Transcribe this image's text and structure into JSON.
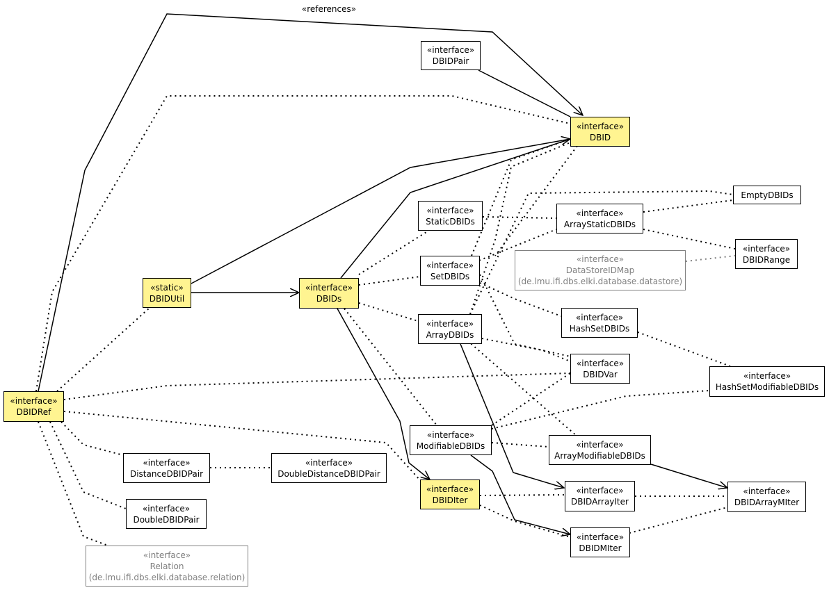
{
  "diagram": {
    "edge_label_references": "«references»",
    "nodes": {
      "dbidpair": {
        "stereotype": "«interface»",
        "name": "DBIDPair"
      },
      "dbid": {
        "stereotype": "«interface»",
        "name": "DBID"
      },
      "emptydbids": {
        "name": "EmptyDBIDs"
      },
      "staticdbids": {
        "stereotype": "«interface»",
        "name": "StaticDBIDs"
      },
      "arraystaticdbids": {
        "stereotype": "«interface»",
        "name": "ArrayStaticDBIDs"
      },
      "dbidrange": {
        "stereotype": "«interface»",
        "name": "DBIDRange"
      },
      "datastoreidmap": {
        "stereotype": "«interface»",
        "name": "DataStoreIDMap",
        "package": "(de.lmu.ifi.dbs.elki.database.datastore)"
      },
      "setdbids": {
        "stereotype": "«interface»",
        "name": "SetDBIDs"
      },
      "dbidutil": {
        "stereotype": "«static»",
        "name": "DBIDUtil"
      },
      "dbids": {
        "stereotype": "«interface»",
        "name": "DBIDs"
      },
      "hashsetdbids": {
        "stereotype": "«interface»",
        "name": "HashSetDBIDs"
      },
      "arraydbids": {
        "stereotype": "«interface»",
        "name": "ArrayDBIDs"
      },
      "dbidvar": {
        "stereotype": "«interface»",
        "name": "DBIDVar"
      },
      "hashsetmodifiabledbids": {
        "stereotype": "«interface»",
        "name": "HashSetModifiableDBIDs"
      },
      "dbidref": {
        "stereotype": "«interface»",
        "name": "DBIDRef"
      },
      "modifiabledbids": {
        "stereotype": "«interface»",
        "name": "ModifiableDBIDs"
      },
      "arraymodifiabledbids": {
        "stereotype": "«interface»",
        "name": "ArrayModifiableDBIDs"
      },
      "distancedbidpair": {
        "stereotype": "«interface»",
        "name": "DistanceDBIDPair"
      },
      "doubledistancedbidpair": {
        "stereotype": "«interface»",
        "name": "DoubleDistanceDBIDPair"
      },
      "dbiditer": {
        "stereotype": "«interface»",
        "name": "DBIDIter"
      },
      "dbidarrayiter": {
        "stereotype": "«interface»",
        "name": "DBIDArrayIter"
      },
      "dbidarraymiter": {
        "stereotype": "«interface»",
        "name": "DBIDArrayMIter"
      },
      "doubledbidpair": {
        "stereotype": "«interface»",
        "name": "DoubleDBIDPair"
      },
      "dbidmiter": {
        "stereotype": "«interface»",
        "name": "DBIDMIter"
      },
      "relation": {
        "stereotype": "«interface»",
        "name": "Relation",
        "package": "(de.lmu.ifi.dbs.elki.database.relation)"
      }
    }
  }
}
